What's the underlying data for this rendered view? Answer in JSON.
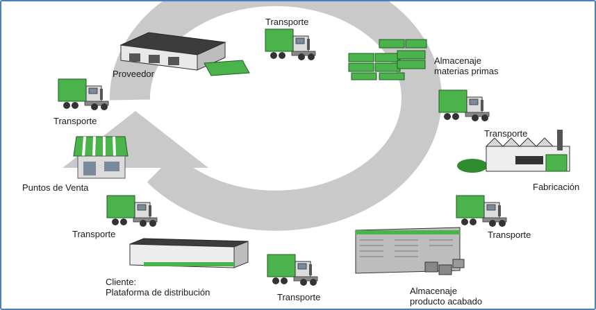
{
  "diagram": {
    "colors": {
      "accent_green": "#4bb34b",
      "cycle_gray": "#c9c9c9",
      "frame_blue": "#4a7fc4"
    },
    "labels": {
      "transporte_top": "Transporte",
      "almacenaje_mp_1": "Almacenaje",
      "almacenaje_mp_2": "materias primas",
      "proveedor": "Proveedor",
      "transporte_left_top": "Transporte",
      "transporte_right_top": "Transporte",
      "fabricacion": "Fabricación",
      "puntos_venta": "Puntos de Venta",
      "transporte_right_bottom": "Transporte",
      "transporte_left_bottom": "Transporte",
      "cliente_1": "Cliente:",
      "cliente_2": "Plataforma de distribución",
      "transporte_bottom": "Transporte",
      "almacenaje_pa_1": "Almacenaje",
      "almacenaje_pa_2": "producto acabado"
    },
    "icons": [
      "truck-icon",
      "warehouse-icon",
      "pallets-icon",
      "factory-icon",
      "shop-icon",
      "distribution-center-icon"
    ]
  }
}
